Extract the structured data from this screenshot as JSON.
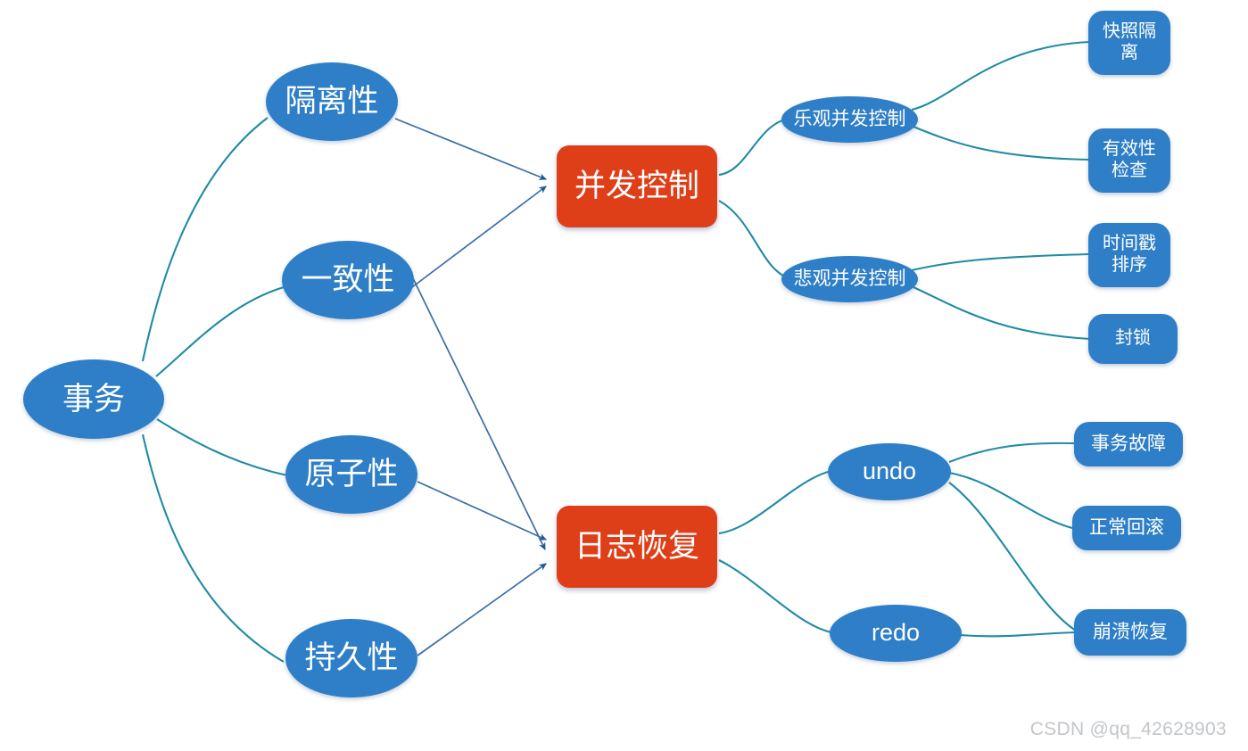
{
  "diagram": {
    "title": "事务",
    "type": "mind-map",
    "colors": {
      "node_blue": "#2e7fc7",
      "node_red": "#de3f18",
      "edge_teal": "#1f8ba5",
      "edge_navy": "#3b6ea5",
      "background": "#ffffff",
      "text": "#ffffff"
    },
    "nodes": {
      "root": {
        "label": "事务"
      },
      "isolation": {
        "label": "隔离性"
      },
      "consistency": {
        "label": "一致性"
      },
      "atomicity": {
        "label": "原子性"
      },
      "durability": {
        "label": "持久性"
      },
      "concurrency_control": {
        "label": "并发控制"
      },
      "log_recovery": {
        "label": "日志恢复"
      },
      "optimistic_cc": {
        "label": "乐观并发控制"
      },
      "pessimistic_cc": {
        "label": "悲观并发控制"
      },
      "snapshot_isolation": {
        "label": "快照隔\n离"
      },
      "validity_check": {
        "label": "有效性\n检查"
      },
      "timestamp_ordering": {
        "label": "时间戳\n排序"
      },
      "locking": {
        "label": "封锁"
      },
      "undo": {
        "label": "undo"
      },
      "redo": {
        "label": "redo"
      },
      "transaction_failure": {
        "label": "事务故障"
      },
      "normal_rollback": {
        "label": "正常回滚"
      },
      "crash_recovery": {
        "label": "崩溃恢复"
      }
    }
  },
  "watermark": {
    "text": "CSDN @qq_42628903"
  }
}
